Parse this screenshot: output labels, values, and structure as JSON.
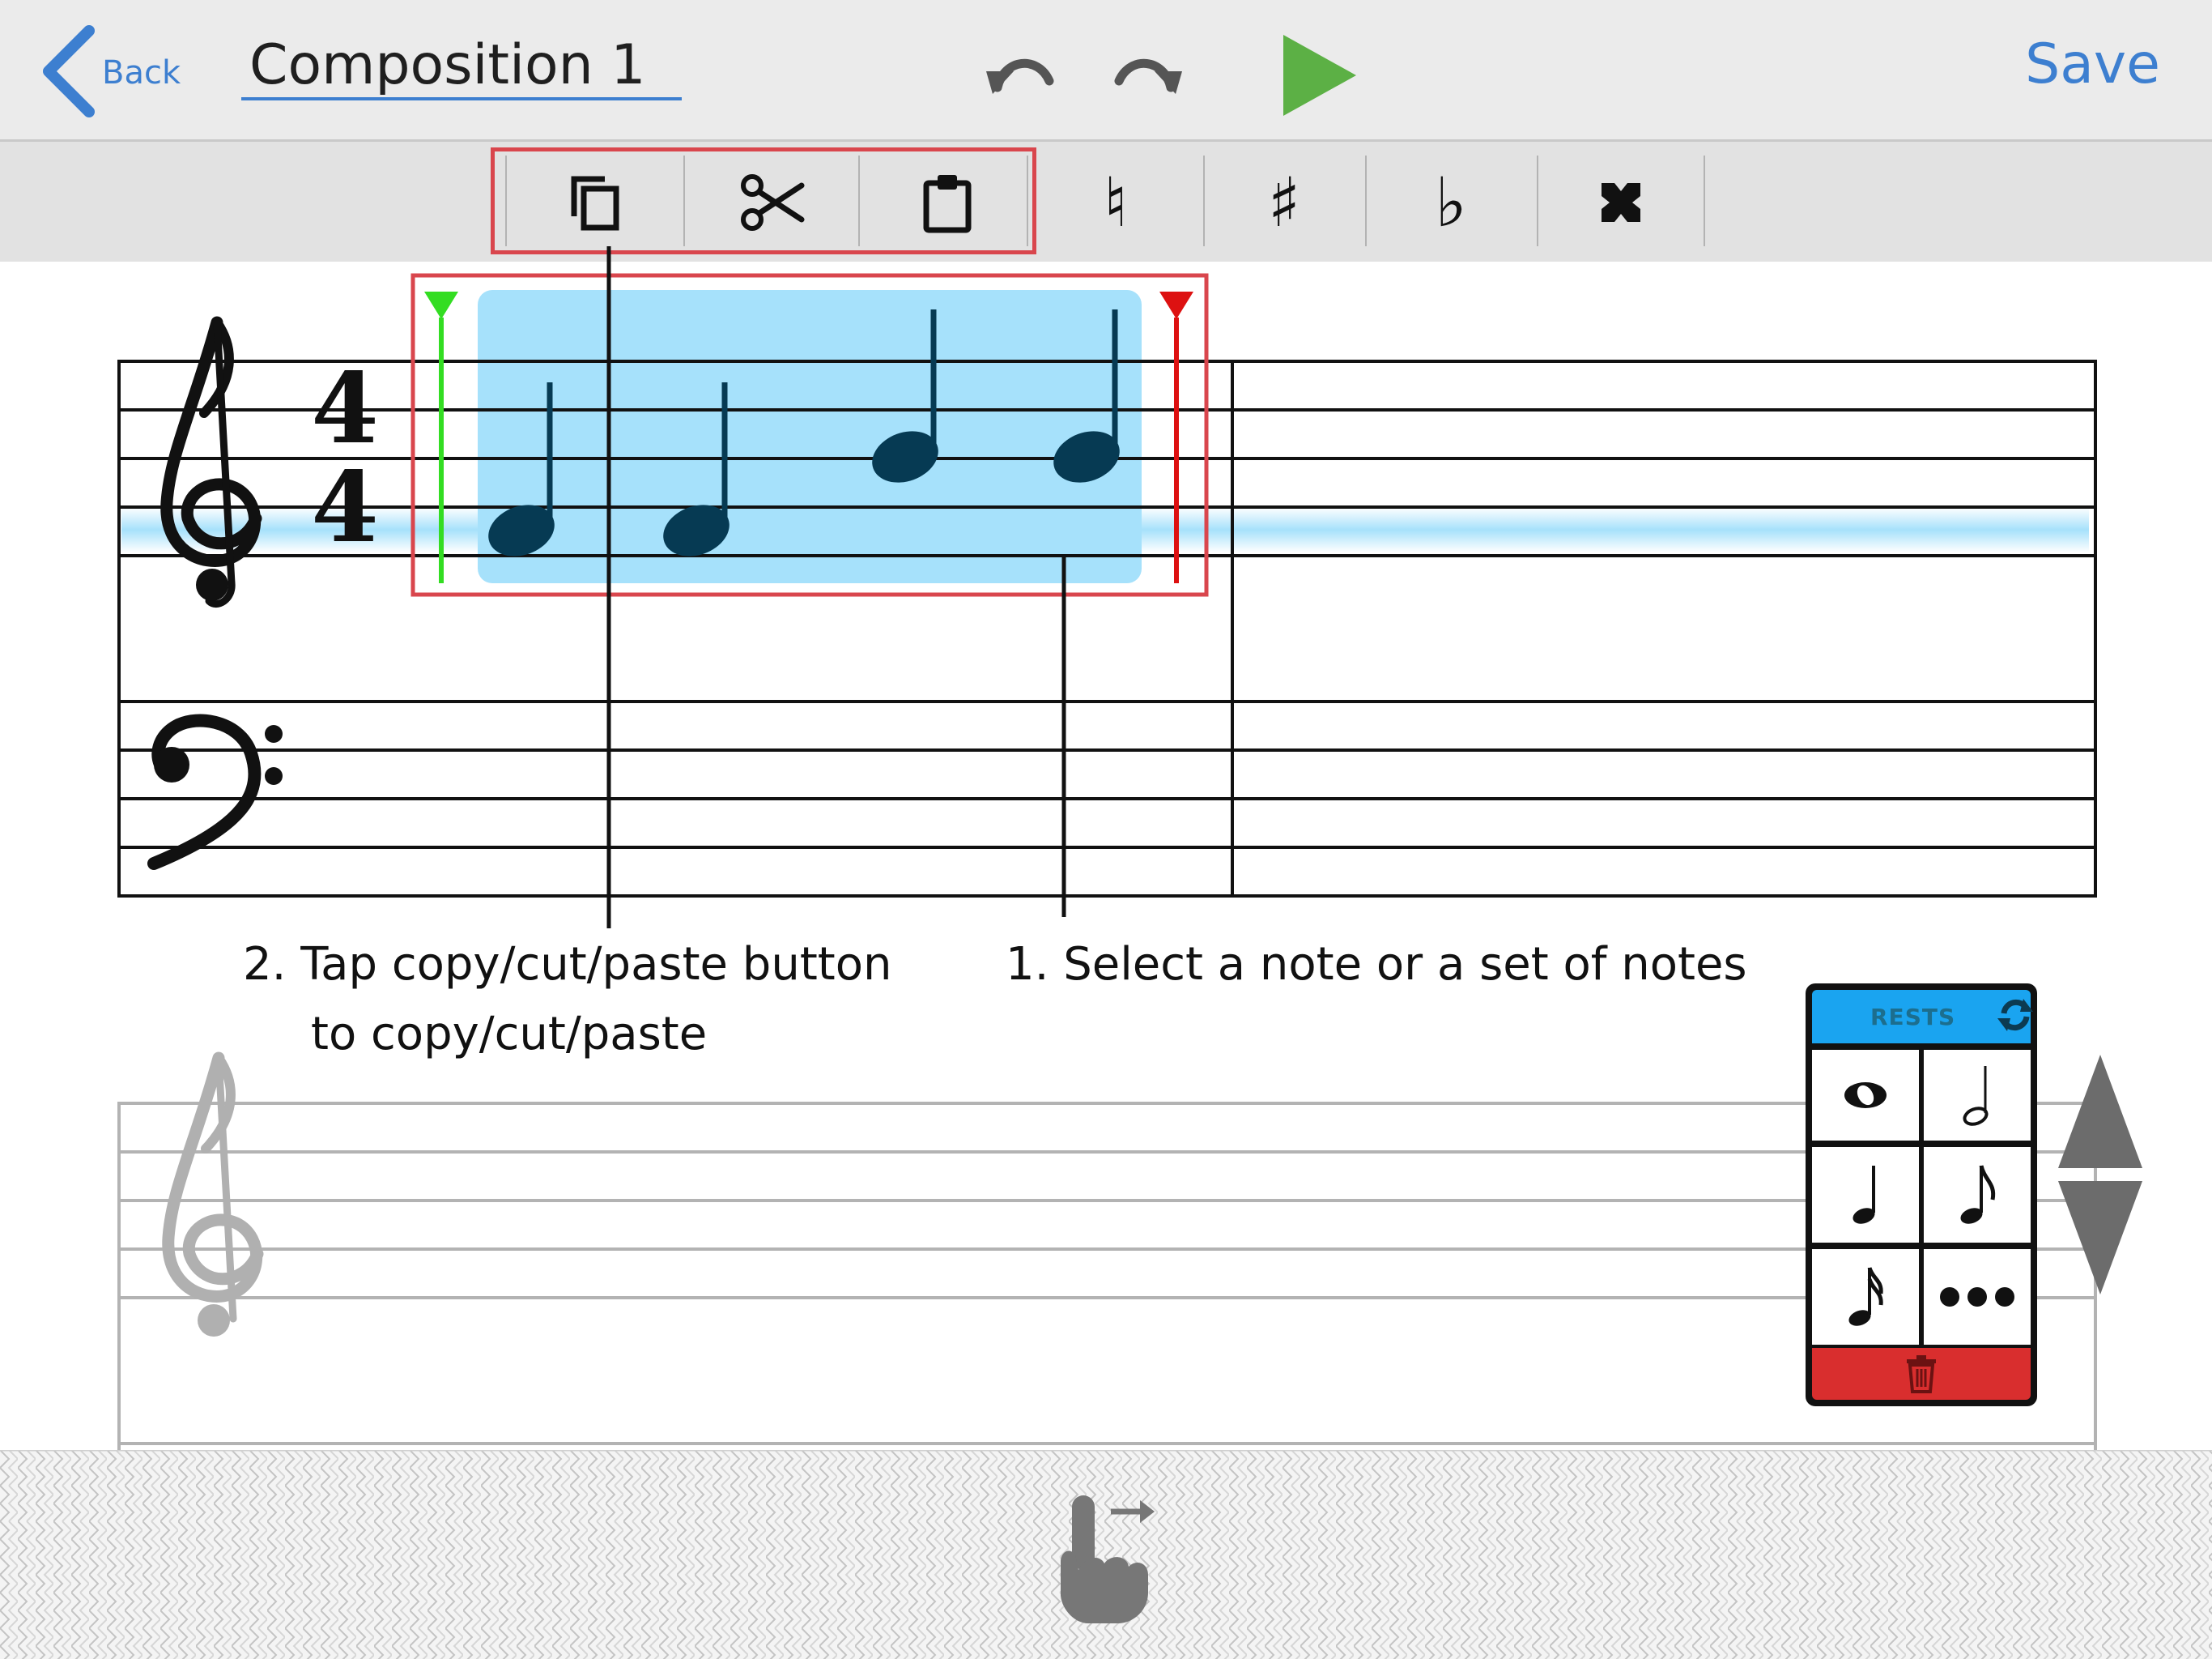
{
  "app": {
    "back_label": "Back",
    "title_value": "Composition 1",
    "save_label": "Save"
  },
  "header_icons": [
    "back-chevron-icon",
    "undo-icon",
    "redo-icon",
    "play-icon"
  ],
  "toolbar": {
    "tools": [
      {
        "name": "copy",
        "icon": "copy-icon"
      },
      {
        "name": "cut",
        "icon": "scissors-icon"
      },
      {
        "name": "paste",
        "icon": "clipboard-icon"
      },
      {
        "name": "natural",
        "icon": "natural-icon",
        "glyph": "♮"
      },
      {
        "name": "sharp",
        "icon": "sharp-icon",
        "glyph": "♯"
      },
      {
        "name": "flat",
        "icon": "flat-icon",
        "glyph": "♭"
      },
      {
        "name": "double-sharp",
        "icon": "double-sharp-icon"
      }
    ]
  },
  "score": {
    "time_signature_top": "4",
    "time_signature_bottom": "4",
    "selection": {
      "notes": [
        "quarter",
        "quarter",
        "quarter",
        "quarter"
      ],
      "start_marker_color": "#33dd22",
      "end_marker_color": "#dd1111"
    }
  },
  "callouts": {
    "step2_line1": "2. Tap copy/cut/paste button",
    "step2_line2": "to copy/cut/paste",
    "step1": "1. Select a note or a set of notes"
  },
  "palette": {
    "title": "RESTS",
    "cells": [
      "whole-note-icon",
      "half-note-icon",
      "quarter-note-icon",
      "eighth-note-icon",
      "sixteenth-note-icon",
      "more-icon"
    ],
    "header_color": "#1aa4f0",
    "trash_color": "#d92e2e"
  },
  "colors": {
    "accent": "#3d7fd0",
    "play": "#5cb045",
    "highlight_box": "#d9464d",
    "selection_fill": "#a6e1fb",
    "note": "#063a53"
  }
}
